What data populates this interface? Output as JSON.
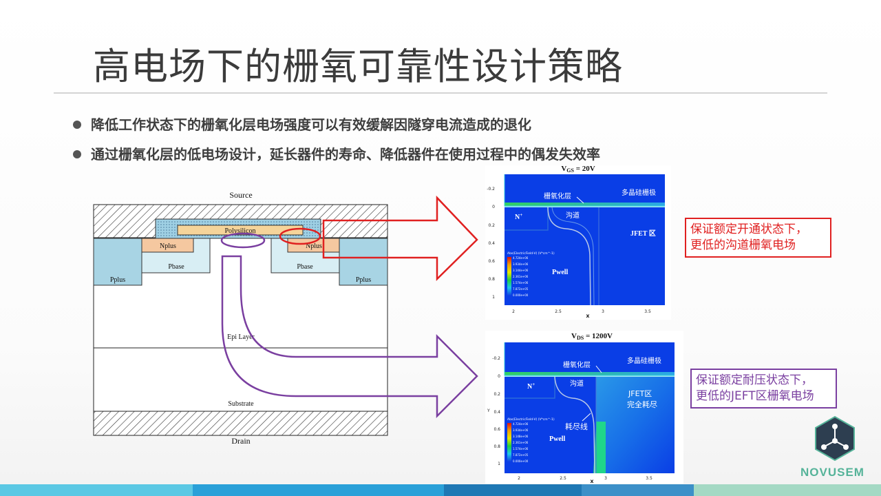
{
  "title": "高电场下的栅氧可靠性设计策略",
  "bullets": [
    "降低工作状态下的栅氧化层电场强度可以有效缓解因隧穿电流造成的退化",
    "通过栅氧化层的低电场设计，延长器件的寿命、降低器件在使用过程中的偶发失效率"
  ],
  "cross_section": {
    "source": "Source",
    "drain": "Drain",
    "polysilicon": "Polysilicon",
    "nplus_left": "Nplus",
    "nplus_right": "Nplus",
    "pbase_left": "Pbase",
    "pbase_right": "Pbase",
    "pplus_left": "Pplus",
    "pplus_right": "Pplus",
    "epi": "Epi Layer",
    "substrate": "Substrate"
  },
  "sim_top": {
    "title_v": "V",
    "title_sub": "GS",
    "title_val": " = 20V",
    "label_oxide": "栅氧化层",
    "label_poly": "多晶硅栅极",
    "label_n": "N",
    "label_n_sup": "+",
    "label_channel": "沟道",
    "label_jfet": "JFET 区",
    "label_pwell": "Pwell",
    "legend_title": "Abs(ElectricField-V) (V*cm^-1)",
    "legend_values": [
      "4.724e+06",
      "3.934e+06",
      "3.144e+06",
      "2.361e+06",
      "1.574e+06",
      "7.872e+05",
      "0.000e+00"
    ],
    "yticks": [
      "-0.2",
      "0",
      "0.2",
      "0.4",
      "0.6",
      "0.8",
      "1"
    ],
    "xticks": [
      "2",
      "2.5",
      "3",
      "3.5"
    ],
    "xlabel": "x"
  },
  "sim_bottom": {
    "title_v": "V",
    "title_sub": "DS",
    "title_val": " = 1200V",
    "label_oxide": "栅氧化层",
    "label_poly": "多晶硅栅极",
    "label_n": "N",
    "label_n_sup": "+",
    "label_channel": "沟道",
    "label_jfet1": "JFET区",
    "label_jfet2": "完全耗尽",
    "label_depletion": "耗尽线",
    "label_pwell": "Pwell",
    "legend_title": "Abs(ElectricField-V) (V*cm^-1)",
    "legend_values": [
      "4.724e+06",
      "3.934e+06",
      "3.148e+06",
      "2.361e+06",
      "1.574e+06",
      "7.872e+05",
      "0.000e+00"
    ],
    "yticks": [
      "-0.2",
      "0",
      "0.2",
      "0.4",
      "0.6",
      "0.8",
      "1"
    ],
    "xticks": [
      "2",
      "2.5",
      "3",
      "3.5"
    ],
    "ylabel": "Y",
    "xlabel": "x"
  },
  "notes": {
    "note1_line1": "保证额定开通状态下，",
    "note1_line2": "更低的沟道栅氧电场",
    "note2_line1": "保证额定耐压状态下，",
    "note2_line2": "更低的JEFT区栅氧电场"
  },
  "brand": "NOVUSEM",
  "colors": {
    "red": "#e02020",
    "purple": "#7a3fa0",
    "sim_blue": "#0a3ee6",
    "brand_green": "#55b399",
    "footer": [
      "#5bc8e4",
      "#2aa0d8",
      "#1f78b4",
      "#3c90c8",
      "#a4d9c4"
    ]
  }
}
